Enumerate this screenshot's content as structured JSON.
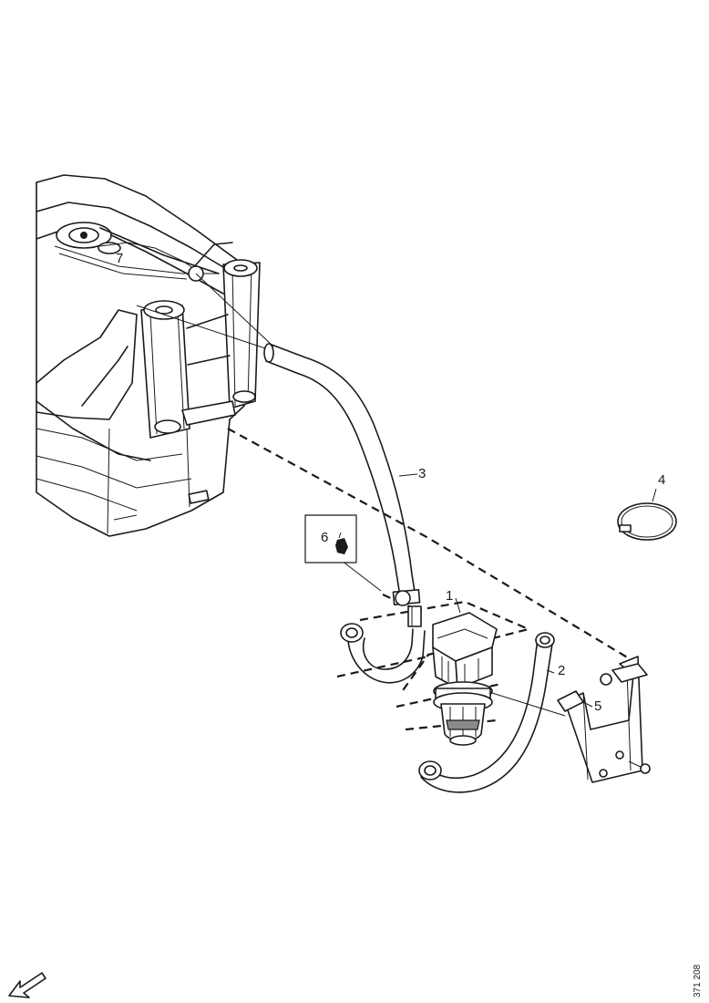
{
  "diagram": {
    "callouts": [
      {
        "id": "1",
        "label": "1"
      },
      {
        "id": "2",
        "label": "2"
      },
      {
        "id": "3",
        "label": "3"
      },
      {
        "id": "4",
        "label": "4"
      },
      {
        "id": "5",
        "label": "5"
      },
      {
        "id": "6",
        "label": "6"
      },
      {
        "id": "7",
        "label": "7"
      }
    ],
    "reference_number": "371 208",
    "icons": [
      "orientation-arrow-icon",
      "clip-icon"
    ]
  }
}
